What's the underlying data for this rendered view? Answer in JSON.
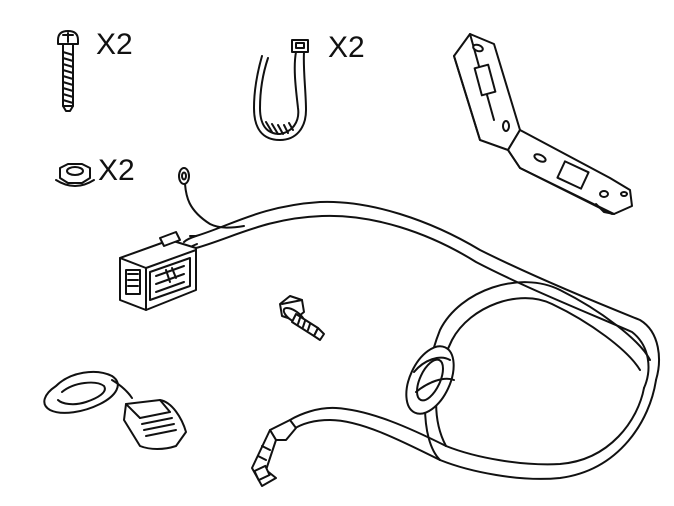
{
  "parts": {
    "bolt_qty": "X2",
    "cable_tie_qty": "X2",
    "nut_qty": "X2"
  },
  "colors": {
    "line": "#111111",
    "background": "#ffffff"
  }
}
